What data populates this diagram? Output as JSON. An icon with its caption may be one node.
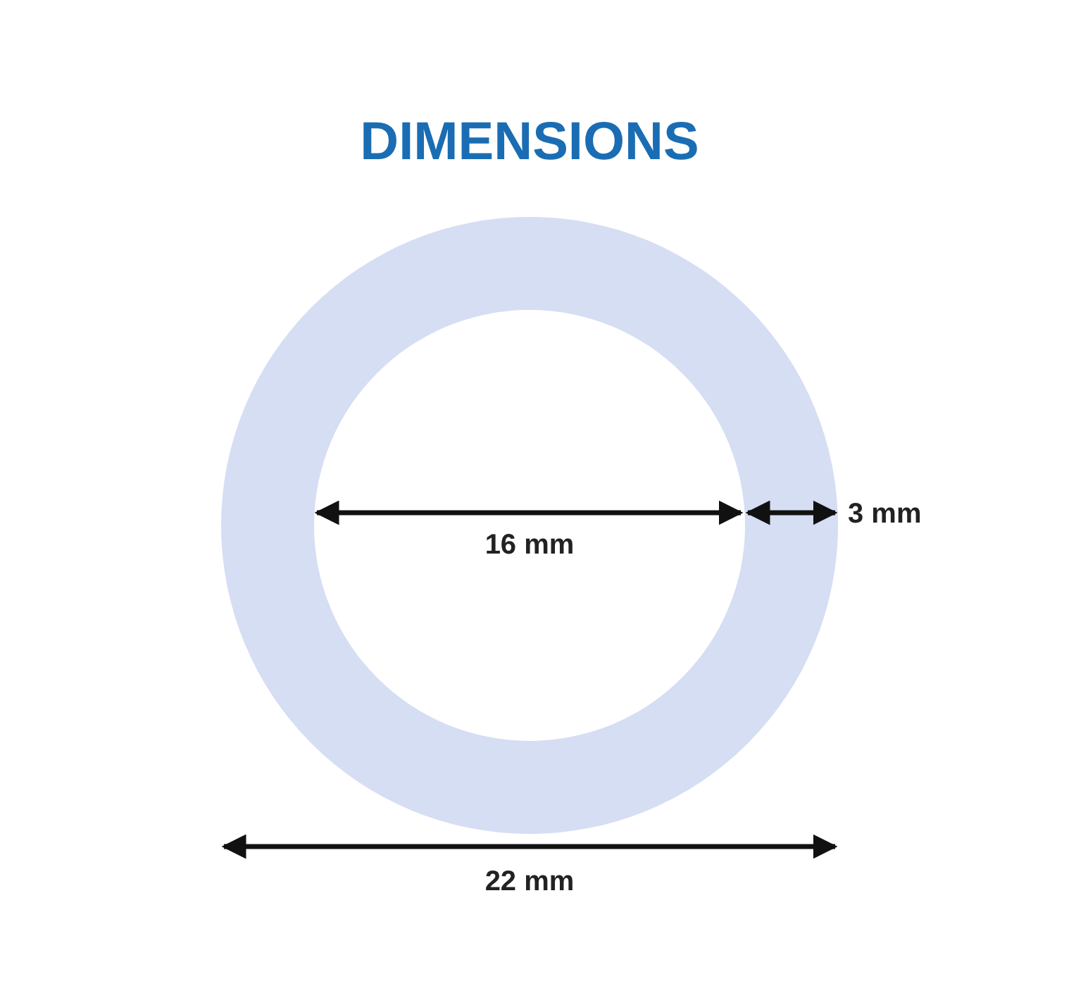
{
  "diagram": {
    "title": "DIMENSIONS",
    "labels": [
      "16 mm",
      "3 mm",
      "22 mm"
    ]
  }
}
